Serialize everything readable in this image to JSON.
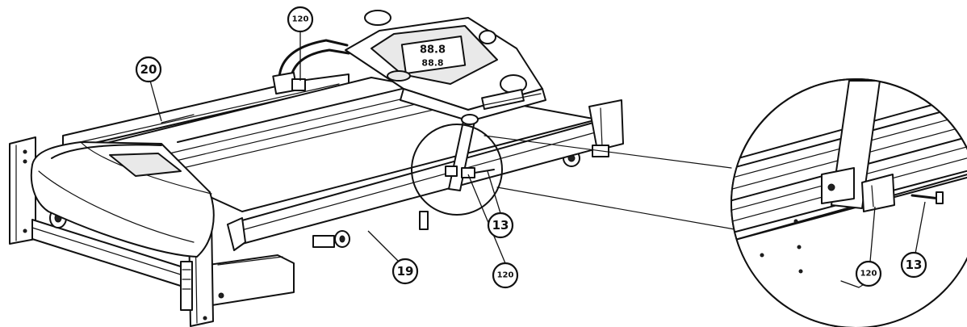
{
  "callouts": {
    "label_20": "20",
    "label_120_top": "120",
    "label_19": "19",
    "label_13_main": "13",
    "label_120_bottom": "120",
    "label_120_detail": "120",
    "label_13_detail": "13"
  },
  "console_display": {
    "digits_row1": "88.8",
    "digits_row2": "88.8"
  }
}
